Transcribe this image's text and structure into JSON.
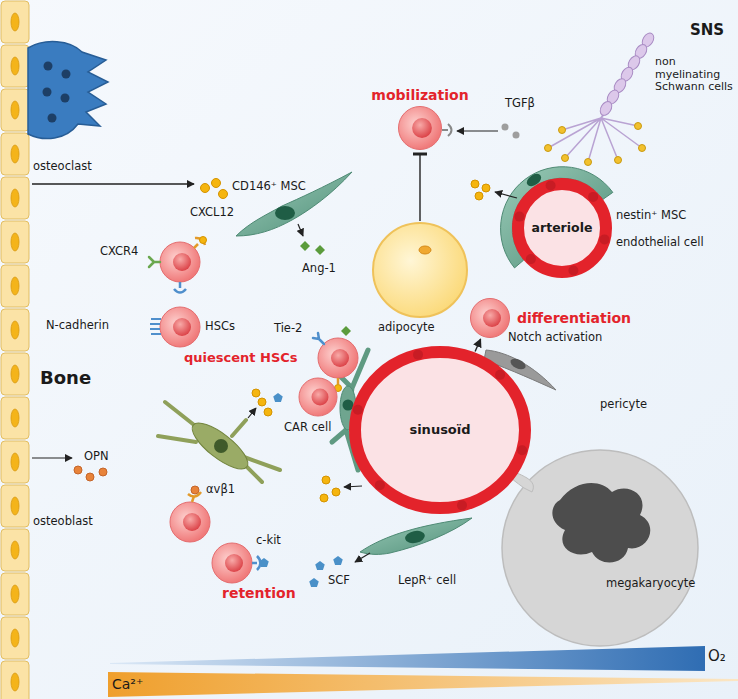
{
  "diagram": {
    "nodes": [
      {
        "text": [
          "mobilization"
        ]
      },
      {
        "text": [
          "adipocyte"
        ]
      },
      {
        "text": [
          "arteriole"
        ]
      },
      {
        "text": [
          "differentiation"
        ]
      },
      {
        "text": [
          "sinusoïd"
        ]
      }
    ],
    "edges": [
      {
        "from": 1,
        "to": 0,
        "arrow": "to"
      },
      {
        "from": 4,
        "to": 3,
        "label": "Notch activation",
        "arrow": "to"
      }
    ],
    "labels": [
      "SNS",
      "non myelinating Schwann cells",
      "TGFβ",
      "osteoclast",
      "CXCL12",
      "CD146⁺ MSC",
      "nestin⁺ MSC",
      "endothelial cell",
      "CXCR4",
      "Ang-1",
      "N-cadherin",
      "HSCs",
      "Tie-2",
      "quiescent HSCs",
      "pericyte",
      "Bone",
      "CAR cell",
      "OPN",
      "osteoblast",
      "αvβ1",
      "c-kit",
      "SCF",
      "LepR⁺ cell",
      "megakaryocyte",
      "retention",
      "O₂",
      "Ca²⁺"
    ]
  }
}
